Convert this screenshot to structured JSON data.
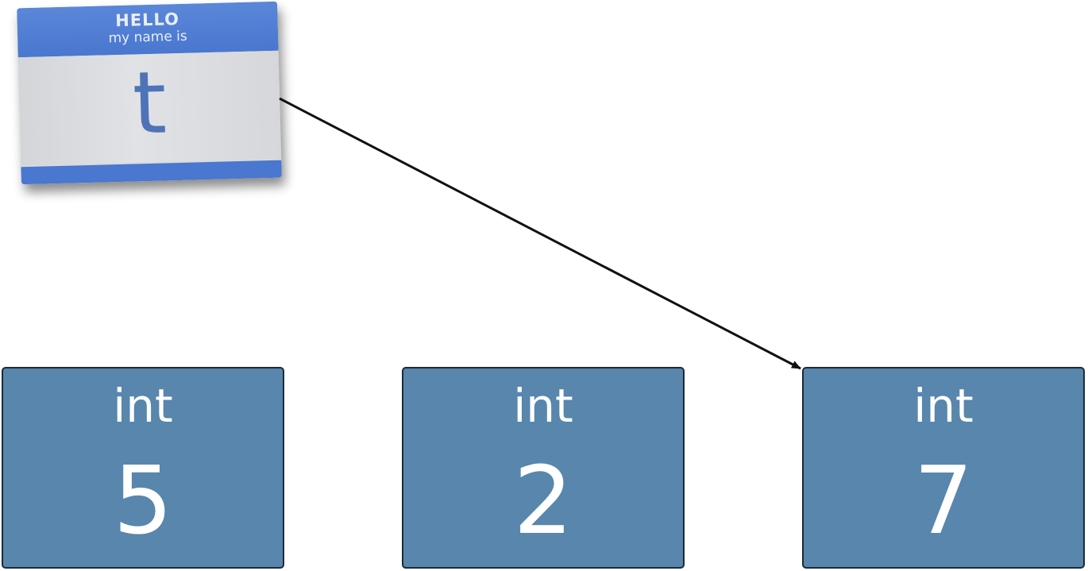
{
  "name_tag": {
    "header": "HELLO",
    "subheader": "my name is",
    "name": "t"
  },
  "boxes": [
    {
      "type": "int",
      "value": "5"
    },
    {
      "type": "int",
      "value": "2"
    },
    {
      "type": "int",
      "value": "7"
    }
  ],
  "colors": {
    "tag_blue": "#4a77cf",
    "box_fill": "#5886ad",
    "box_border": "#1d2a36",
    "arrow": "#111111"
  }
}
